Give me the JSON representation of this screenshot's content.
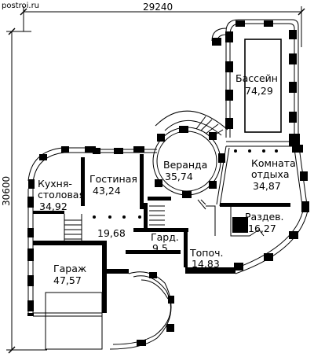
{
  "watermark": "postroi.ru",
  "dimensions": {
    "width": "29240",
    "height": "30600"
  },
  "rooms": [
    {
      "id": "pool",
      "label": "Бассейн",
      "area": "74,29"
    },
    {
      "id": "veranda",
      "label": "Веранда",
      "area": "35,74"
    },
    {
      "id": "living",
      "label": "Гостиная",
      "area": "43,24"
    },
    {
      "id": "kitchen",
      "label": "Кухня-\nстоловая",
      "label1": "Кухня-",
      "label2": "столовая",
      "area": "34,92"
    },
    {
      "id": "rest",
      "label1": "Комната",
      "label2": "отдыха",
      "area": "34,87"
    },
    {
      "id": "dressing",
      "label": "Раздев.",
      "area": "16,27"
    },
    {
      "id": "hall",
      "label": "",
      "area": "19,68"
    },
    {
      "id": "wardrobe",
      "label": "Гард.",
      "area": "9,5"
    },
    {
      "id": "furnace",
      "label": "Топоч.",
      "area": "14,83"
    },
    {
      "id": "garage",
      "label": "Гараж",
      "area": "47,57"
    }
  ]
}
